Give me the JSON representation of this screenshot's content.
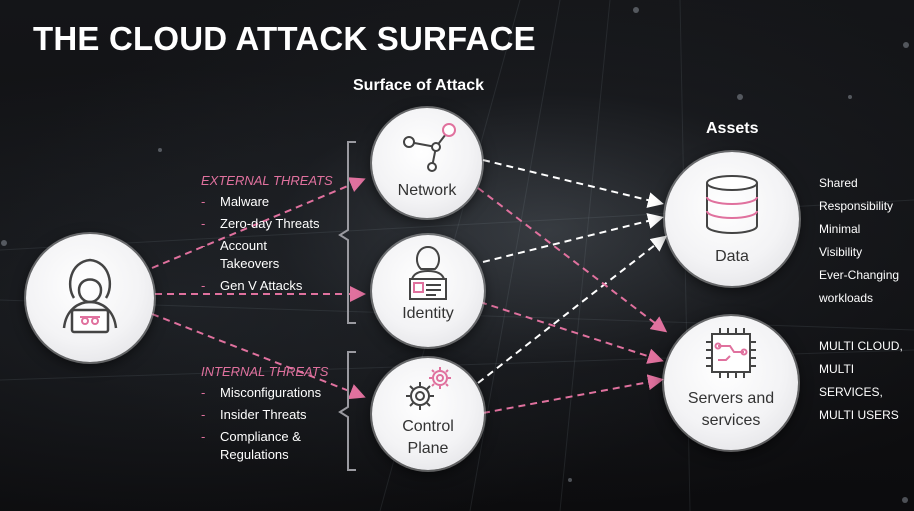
{
  "title": "THE CLOUD ATTACK SURFACE",
  "columns": {
    "surface": "Surface of Attack",
    "assets": "Assets"
  },
  "external_threats": {
    "heading": "EXTERNAL THREATS",
    "items": [
      "Malware",
      "Zero-day Threats",
      "Account\nTakeovers",
      "Gen V Attacks"
    ]
  },
  "internal_threats": {
    "heading": "INTERNAL THREATS",
    "items": [
      "Misconfigurations",
      "Insider Threats",
      "Compliance &\nRegulations"
    ]
  },
  "nodes": {
    "attacker": {
      "icon": "hacker-icon"
    },
    "network": {
      "label": "Network",
      "icon": "network-icon"
    },
    "identity": {
      "label": "Identity",
      "icon": "id-badge-icon"
    },
    "control_plane": {
      "label": "Control\nPlane",
      "icon": "gears-icon"
    },
    "data": {
      "label": "Data",
      "icon": "database-icon"
    },
    "servers": {
      "label": "Servers and\nservices",
      "icon": "chip-icon"
    }
  },
  "data_notes": [
    "Shared",
    "Responsibility",
    "Minimal",
    "Visibility",
    "Ever-Changing",
    "workloads"
  ],
  "server_notes": [
    "MULTI CLOUD,",
    "MULTI",
    "SERVICES,",
    "MULTI USERS"
  ],
  "colors": {
    "accent_pink": "#e0719e",
    "title_white": "#ffffff",
    "node_bg": "#f3f3f5",
    "connector_white": "#ffffff"
  }
}
